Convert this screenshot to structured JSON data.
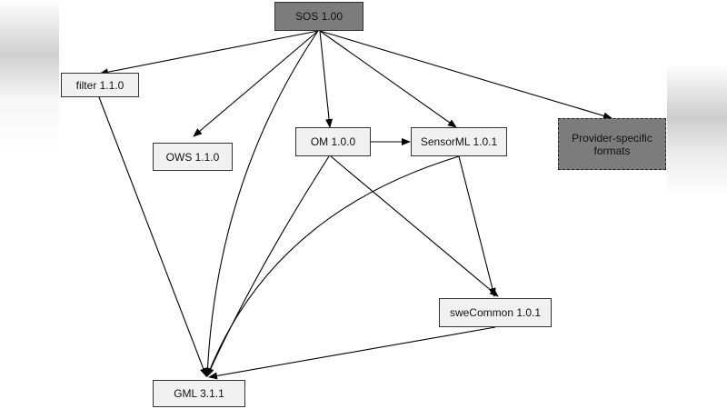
{
  "nodes": {
    "sos": "SOS 1.00",
    "filter": "filter 1.1.0",
    "ows": "OWS 1.1.0",
    "om": "OM 1.0.0",
    "sensorml": "SensorML 1.0.1",
    "provider": "Provider-specific formats",
    "swecommon": "sweCommon 1.0.1",
    "gml": "GML 3.1.1"
  },
  "colors": {
    "node_fill": "#f1f1f1",
    "node_fill_dark": "#7c7c7c",
    "edge": "#000000"
  }
}
